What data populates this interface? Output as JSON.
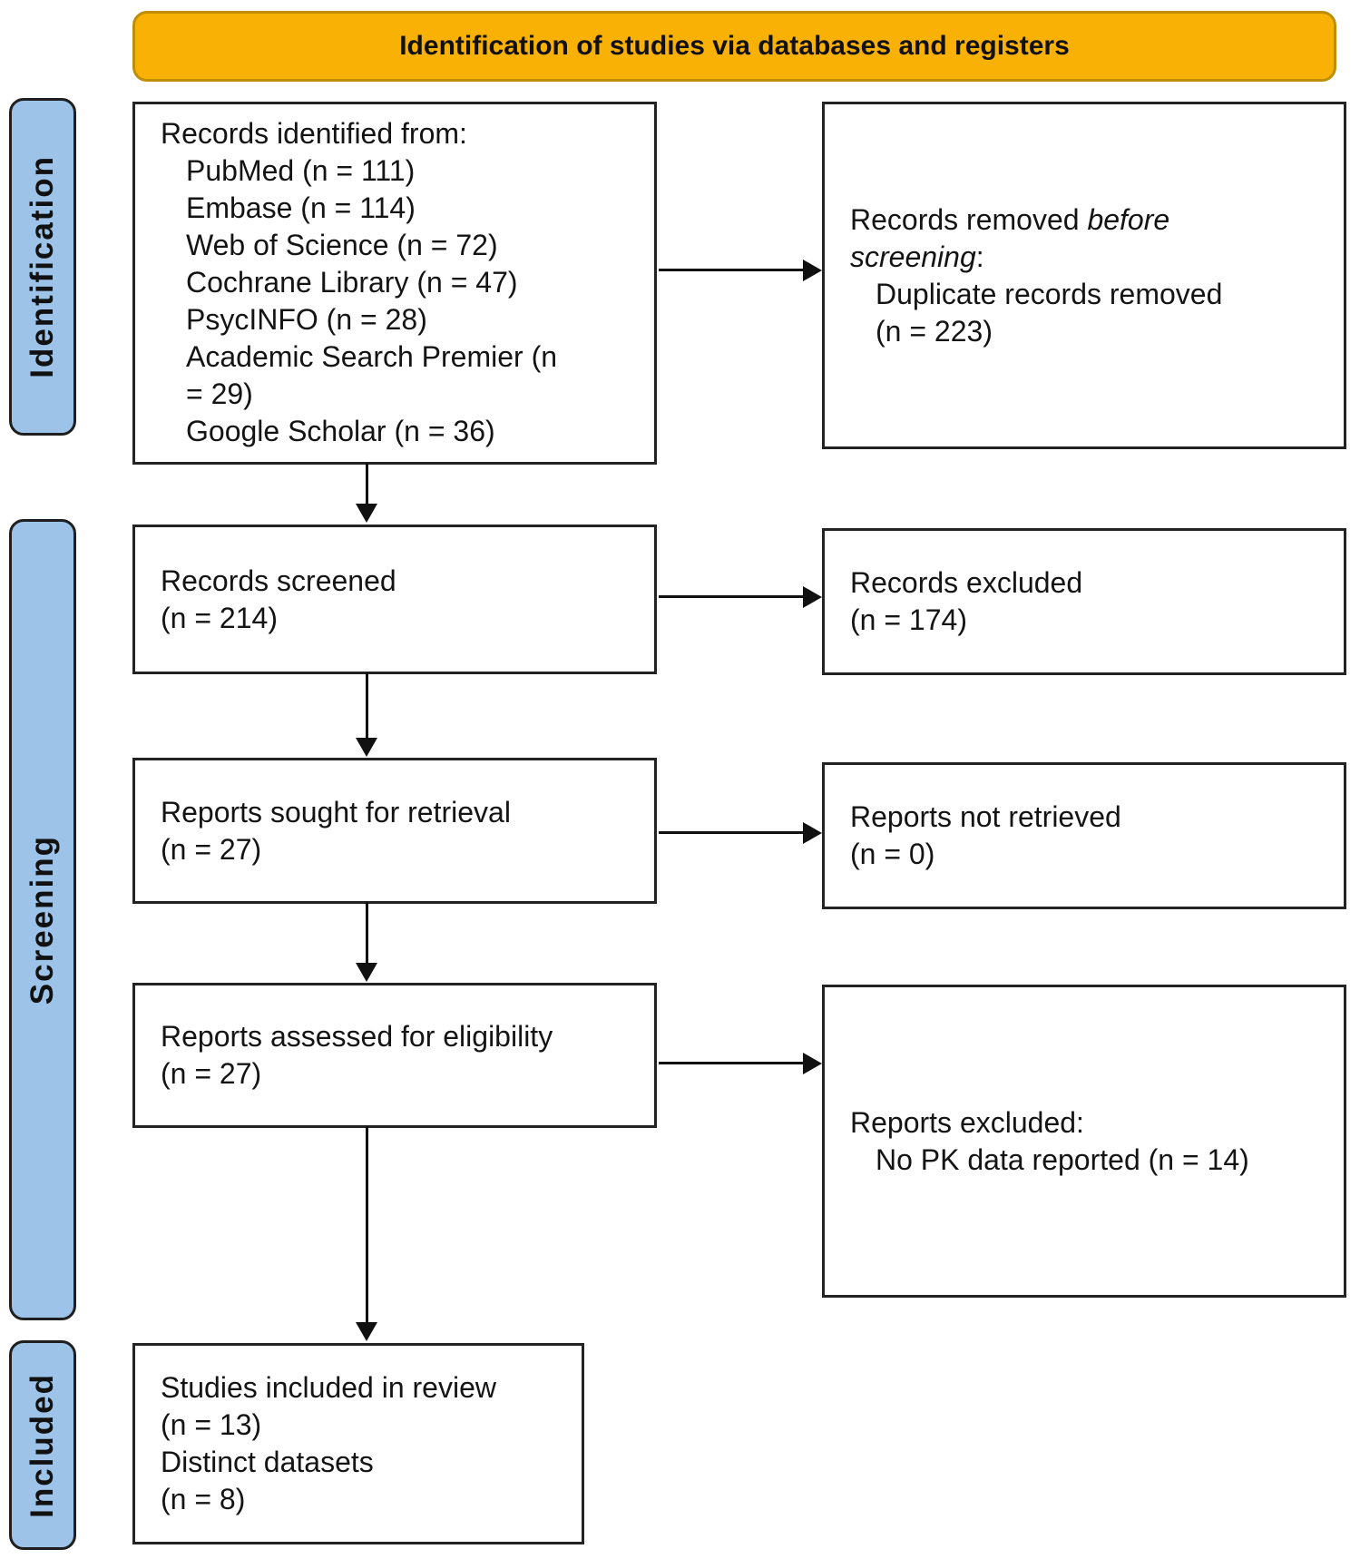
{
  "header": {
    "title": "Identification of studies via databases and registers"
  },
  "stages": [
    {
      "label": "Identification"
    },
    {
      "label": "Screening"
    },
    {
      "label": "Included"
    }
  ],
  "boxes": {
    "identified": {
      "title": "Records identified from:",
      "items": [
        "PubMed (n = 111)",
        "Embase (n = 114)",
        "Web of Science (n = 72)",
        "Cochrane Library (n = 47)",
        "PsycINFO (n = 28)",
        "Academic Search Premier (n = 29)",
        "Google Scholar (n = 36)"
      ]
    },
    "removed": {
      "title_prefix": "Records removed ",
      "title_italic": "before screening",
      "title_suffix": ":",
      "items": [
        "Duplicate records removed (n = 223)"
      ]
    },
    "screened": {
      "lines": [
        "Records screened",
        "(n = 214)"
      ]
    },
    "excluded": {
      "lines": [
        "Records excluded",
        "(n = 174)"
      ]
    },
    "sought": {
      "lines": [
        "Reports sought for retrieval",
        "(n = 27)"
      ]
    },
    "not_retrieved": {
      "lines": [
        "Reports not retrieved",
        "(n = 0)"
      ]
    },
    "assessed": {
      "lines": [
        "Reports assessed for eligibility",
        "(n = 27)"
      ]
    },
    "reports_excluded": {
      "title": "Reports excluded:",
      "items": [
        "No PK data reported (n = 14)"
      ]
    },
    "included": {
      "lines": [
        "Studies included in review",
        "(n = 13)",
        "Distinct datasets",
        "(n = 8)"
      ]
    }
  },
  "colors": {
    "banner_fill": "#F8B104",
    "banner_border": "#BD8E06",
    "stage_fill": "#9DC3E8",
    "box_border": "#232323",
    "text": "#141414"
  }
}
